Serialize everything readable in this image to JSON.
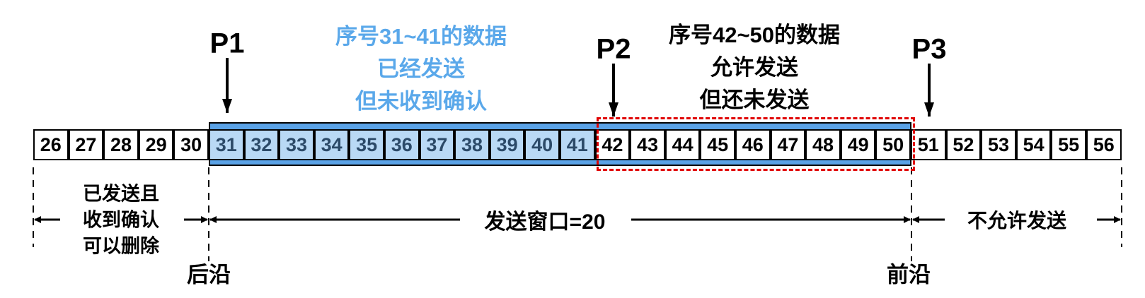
{
  "pointers": {
    "p1": "P1",
    "p2": "P2",
    "p3": "P3"
  },
  "sent_unacked_note": [
    "序号31~41的数据",
    "已经发送",
    "但未收到确认"
  ],
  "allowed_unsent_note": [
    "序号42~50的数据",
    "允许发送",
    "但还未发送"
  ],
  "acked_note": [
    "已发送且",
    "收到确认",
    "可以删除"
  ],
  "window_label": "发送窗口=20",
  "not_allowed_label": "不允许发送",
  "rear_edge": "后沿",
  "front_edge": "前沿",
  "sequence": {
    "first": 26,
    "cells": [
      "26",
      "27",
      "28",
      "29",
      "30",
      "31",
      "32",
      "33",
      "34",
      "35",
      "36",
      "37",
      "38",
      "39",
      "40",
      "41",
      "42",
      "43",
      "44",
      "45",
      "46",
      "47",
      "48",
      "49",
      "50",
      "51",
      "52",
      "53",
      "54",
      "55",
      "56"
    ],
    "sent_unacked_range": [
      31,
      41
    ],
    "allowed_unsent_range": [
      42,
      50
    ],
    "window_range": [
      31,
      50
    ]
  },
  "colors": {
    "window_band": "#5aa2e6",
    "sent_cell": "#b9d9f5",
    "sent_text": "#5aa8ea",
    "dashed_box": "#e00000"
  }
}
